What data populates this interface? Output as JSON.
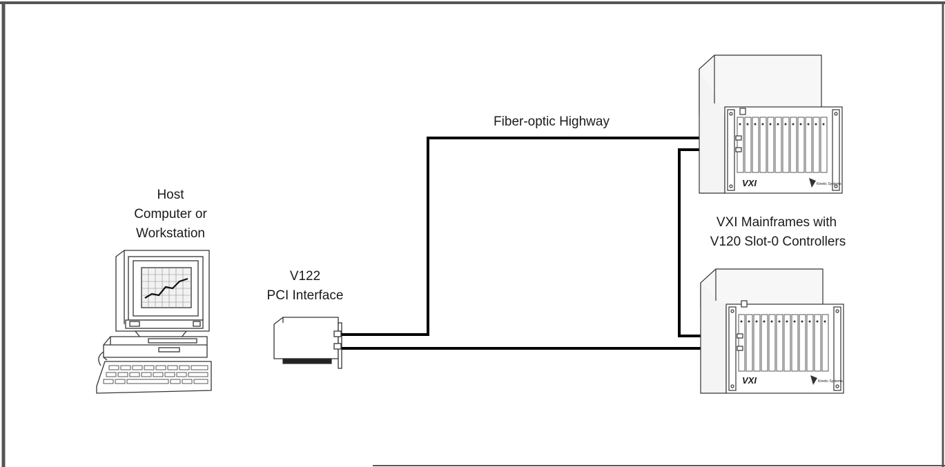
{
  "labels": {
    "host_line1": "Host",
    "host_line2": "Computer or",
    "host_line3": "Workstation",
    "interface_line1": "V122",
    "interface_line2": "PCI Interface",
    "highway": "Fiber-optic Highway",
    "mainframes_line1": "VXI Mainframes with",
    "mainframes_line2": "V120 Slot-0 Controllers"
  },
  "mainframe_logos": {
    "vxi_logo": "VXI",
    "maker_logo": "Kinetic Systems"
  },
  "colors": {
    "line": "#000000",
    "drawing": "#333333",
    "background": "#ffffff"
  }
}
